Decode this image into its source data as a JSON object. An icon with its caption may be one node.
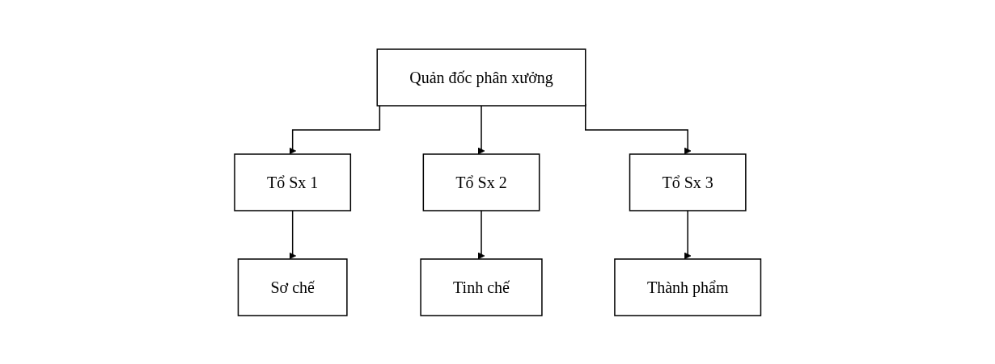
{
  "diagram": {
    "nodes": [
      {
        "text": [
          "Quản đốc phân xưởng"
        ]
      },
      {
        "text": [
          "Tổ Sx 1"
        ]
      },
      {
        "text": [
          "Tổ Sx 2"
        ]
      },
      {
        "text": [
          "Tổ Sx 3"
        ]
      },
      {
        "text": [
          "Sơ chế"
        ]
      },
      {
        "text": [
          "Tinh chế"
        ]
      },
      {
        "text": [
          "Thành phẩm"
        ]
      }
    ],
    "edges": [
      {
        "from": 0,
        "to": 1,
        "arrow": "to"
      },
      {
        "from": 0,
        "to": 2,
        "arrow": "to"
      },
      {
        "from": 0,
        "to": 3,
        "arrow": "to"
      },
      {
        "from": 1,
        "to": 4,
        "arrow": "to"
      },
      {
        "from": 2,
        "to": 5,
        "arrow": "to"
      },
      {
        "from": 3,
        "to": 6,
        "arrow": "to"
      }
    ]
  }
}
